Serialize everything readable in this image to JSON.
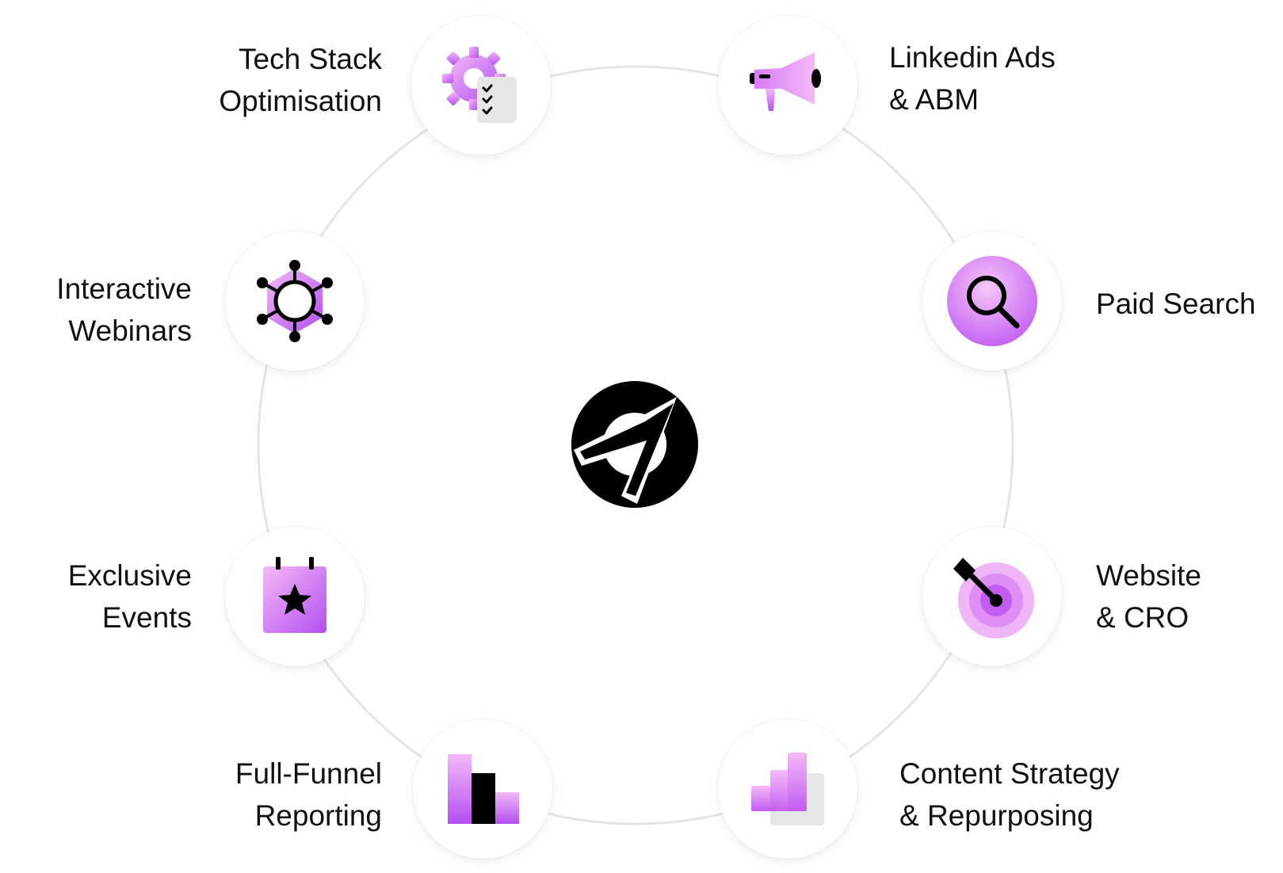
{
  "brand": {
    "accent_light": "#f3b9f7",
    "accent": "#d77cf5",
    "accent_deep": "#b44ff0",
    "ink": "#000000",
    "ring": "#e4e4e4"
  },
  "services": [
    {
      "icon": "gear-checklist-icon",
      "line1": "Tech Stack",
      "line2": "Optimisation"
    },
    {
      "icon": "megaphone-icon",
      "line1": "Linkedin Ads",
      "line2": "& ABM"
    },
    {
      "icon": "magnifier-icon",
      "line1": "Paid Search",
      "line2": ""
    },
    {
      "icon": "target-arrow-icon",
      "line1": "Website",
      "line2": "& CRO"
    },
    {
      "icon": "stacked-blocks-icon",
      "line1": "Content Strategy",
      "line2": "& Repurposing"
    },
    {
      "icon": "bar-chart-icon",
      "line1": "Full-Funnel",
      "line2": "Reporting"
    },
    {
      "icon": "calendar-star-icon",
      "line1": "Exclusive",
      "line2": "Events"
    },
    {
      "icon": "network-hub-icon",
      "line1": "Interactive",
      "line2": "Webinars"
    }
  ],
  "center_logo": {
    "icon": "brand-compass-logo-icon"
  }
}
